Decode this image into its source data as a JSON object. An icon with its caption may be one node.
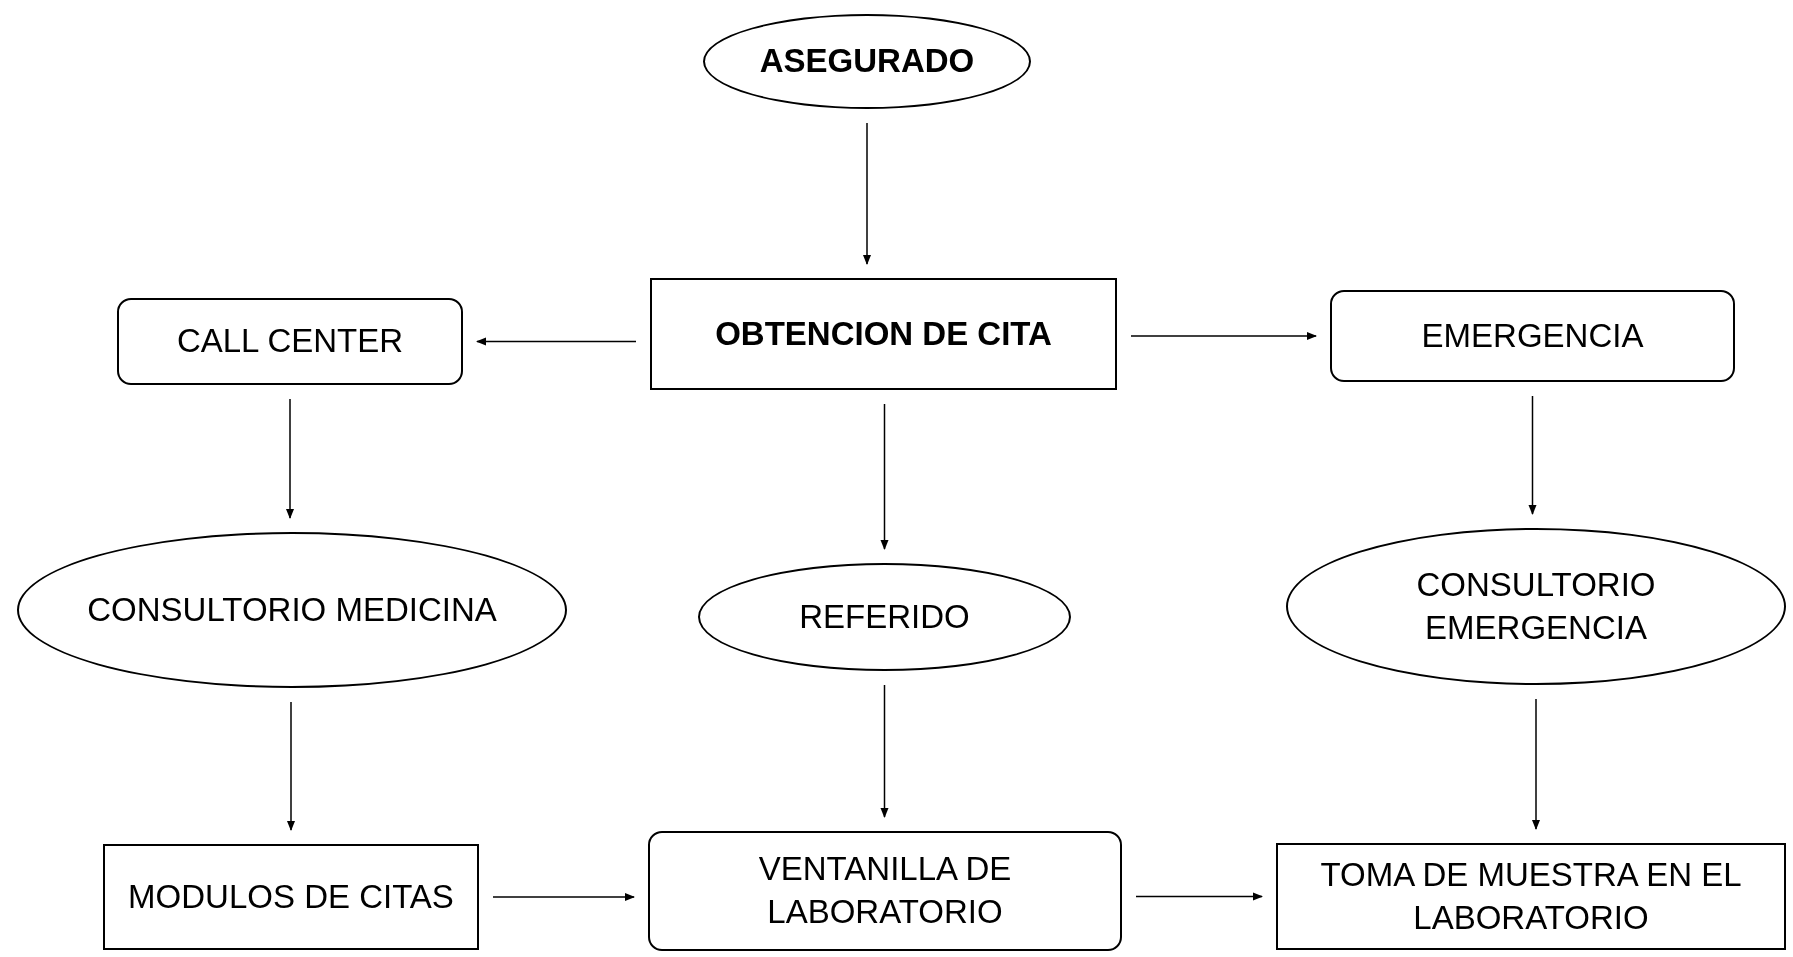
{
  "diagram": {
    "nodes": [
      {
        "text": [
          "ASEGURADO"
        ]
      },
      {
        "text": [
          "OBTENCION DE CITA"
        ]
      },
      {
        "text": [
          "CALL CENTER"
        ]
      },
      {
        "text": [
          "EMERGENCIA"
        ]
      },
      {
        "text": [
          "CONSULTORIO MEDICINA"
        ]
      },
      {
        "text": [
          "REFERIDO"
        ]
      },
      {
        "text": [
          "CONSULTORIO EMERGENCIA"
        ]
      },
      {
        "text": [
          "MODULOS DE CITAS"
        ]
      },
      {
        "text": [
          "VENTANILLA DE LABORATORIO"
        ]
      },
      {
        "text": [
          "TOMA DE MUESTRA EN EL LABORATORIO"
        ]
      }
    ],
    "edges": [
      {
        "from": 0,
        "to": 1,
        "arrow": "to"
      },
      {
        "from": 1,
        "to": 2,
        "arrow": "to"
      },
      {
        "from": 1,
        "to": 3,
        "arrow": "to"
      },
      {
        "from": 1,
        "to": 5,
        "arrow": "to"
      },
      {
        "from": 2,
        "to": 4,
        "arrow": "to"
      },
      {
        "from": 3,
        "to": 6,
        "arrow": "to"
      },
      {
        "from": 4,
        "to": 7,
        "arrow": "to"
      },
      {
        "from": 5,
        "to": 8,
        "arrow": "to"
      },
      {
        "from": 6,
        "to": 9,
        "arrow": "to"
      },
      {
        "from": 7,
        "to": 8,
        "arrow": "to"
      },
      {
        "from": 8,
        "to": 9,
        "arrow": "to"
      }
    ]
  }
}
